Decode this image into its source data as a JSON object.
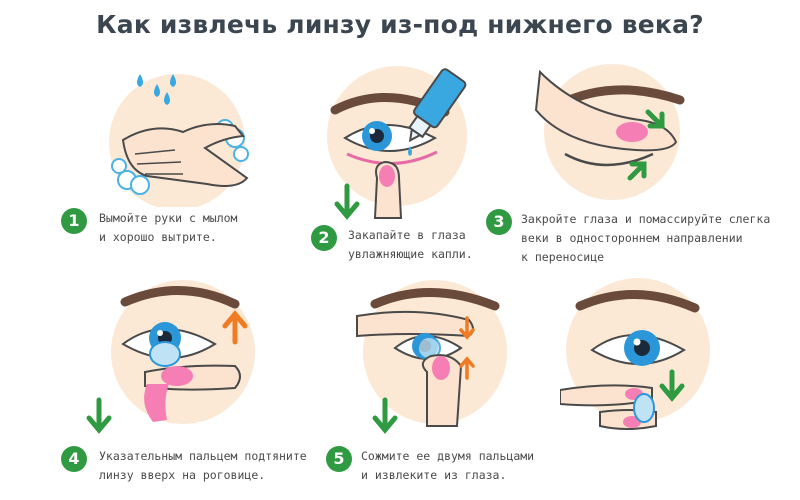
{
  "title": "Как извлечь линзу из-под нижнего века?",
  "colors": {
    "accent_green": "#2f9a41",
    "arrow_orange": "#f07b22",
    "circle_bg": "#fbe9d6",
    "iris_blue": "#2c97d8",
    "nail_pink": "#f57fb4"
  },
  "steps": [
    {
      "number": "1",
      "text": "Вымойте руки с мылом\nи хорошо вытрите."
    },
    {
      "number": "2",
      "text": "Закапайте в глаза\nувлажняющие капли."
    },
    {
      "number": "3",
      "text": "Закройте глаза и помассируйте слегка\nвеки в одностороннем направлении\nк переносице"
    },
    {
      "number": "4",
      "text": "Указательным пальцем подтяните\nлинзу вверх на роговице."
    },
    {
      "number": "5",
      "text": "Сожмите ее двумя пальцами\nи извлеките из глаза."
    }
  ]
}
